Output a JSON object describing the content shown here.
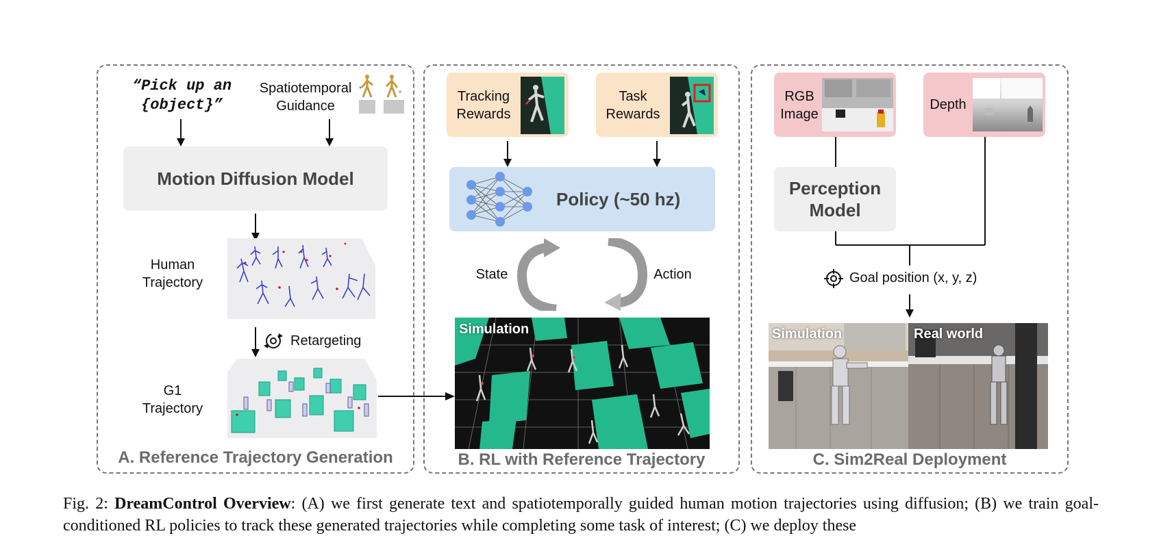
{
  "panel_a": {
    "title": "A. Reference Trajectory Generation",
    "text_prompt_line1": "“Pick up an",
    "text_prompt_line2": "{object}”",
    "guidance_line1": "Spatiotemporal",
    "guidance_line2": "Guidance",
    "model_label": "Motion Diffusion Model",
    "human_traj_line1": "Human",
    "human_traj_line2": "Trajectory",
    "retargeting_label": "Retargeting",
    "g1_traj_line1": "G1",
    "g1_traj_line2": "Trajectory"
  },
  "panel_b": {
    "title": "B. RL with Reference Trajectory",
    "tracking_line1": "Tracking",
    "tracking_line2": "Rewards",
    "task_line1": "Task",
    "task_line2": "Rewards",
    "policy_label": "Policy (~50 hz)",
    "state_label": "State",
    "action_label": "Action",
    "sim_label": "Simulation"
  },
  "panel_c": {
    "title": "C. Sim2Real Deployment",
    "rgb_line1": "RGB",
    "rgb_line2": "Image",
    "depth_label": "Depth",
    "perception_line1": "Perception",
    "perception_line2": "Model",
    "goal_label": "Goal position (x, y, z)",
    "sim_label": "Simulation",
    "real_label": "Real world"
  },
  "caption": {
    "prefix": "Fig. 2: ",
    "bold": "DreamControl Overview",
    "rest": ": (A) we first generate text and spatiotemporally guided human motion trajectories using diffusion; (B) we train goal-conditioned RL policies to track these generated trajectories while completing some task of interest; (C) we deploy these"
  },
  "colors": {
    "reward_box": "#fbe3c8",
    "policy_box": "#cfe2f3",
    "sensor_box": "#f4c7cb",
    "grey_box": "#efefef",
    "panel_title": "#6b6b6b",
    "sim_green": "#2fbf95"
  }
}
